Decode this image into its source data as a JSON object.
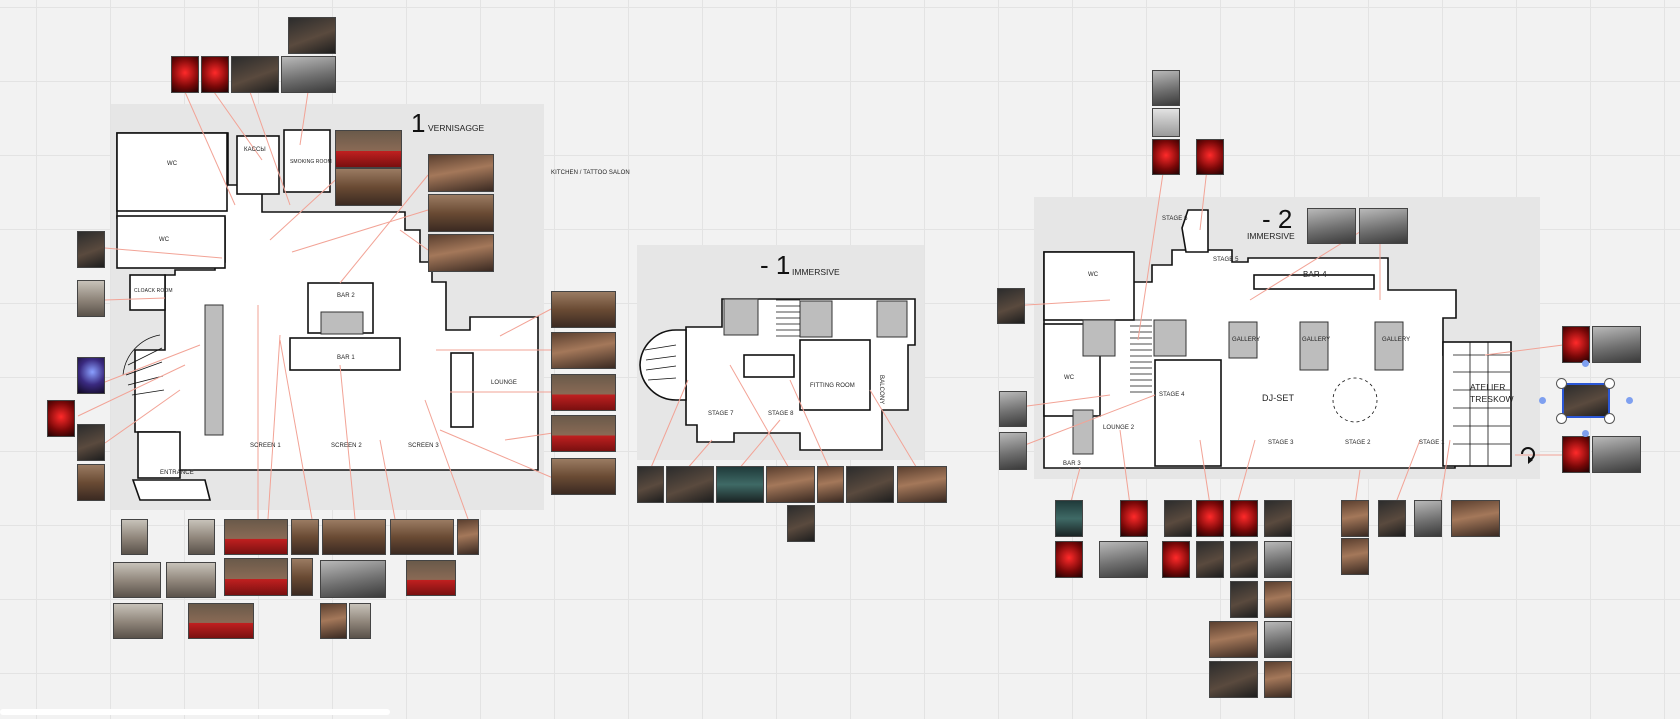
{
  "board": {
    "floor1": {
      "number": "1",
      "title": "VERNISAGGE",
      "side_note": "KITCHEN / TATTOO SALON",
      "rooms": {
        "wc_top": "WC",
        "wc_mid": "WC",
        "kassy": "КАССЫ",
        "smoking_room": "SMOKING ROOM",
        "cloak_room": "CLOACK ROOM",
        "bar2": "BAR 2",
        "bar1": "BAR 1",
        "lounge": "LOUNGE",
        "entrance": "ENTRANCE",
        "screen1": "SCREEN 1",
        "screen2": "SCREEN 2",
        "screen3": "SCREEN 3"
      }
    },
    "floor_minus1": {
      "number": "- 1",
      "title": "IMMERSIVE",
      "rooms": {
        "stage7": "STAGE 7",
        "stage8": "STAGE 8",
        "fitting_room": "FITTING ROOM",
        "balcony": "BALCONY"
      }
    },
    "floor_minus2": {
      "number": "- 2",
      "title": "IMMERSIVE",
      "rooms": {
        "stage6": "STAGE 6",
        "stage5": "STAGE 5",
        "bar4": "BAR 4",
        "wc_top": "WC",
        "wc_mid": "WC",
        "gallery1": "GALLERY",
        "gallery2": "GALLERY",
        "gallery3": "GALLERY",
        "stage4": "STAGE 4",
        "dj_set": "DJ-SET",
        "atelier": "ATELIER",
        "treskow": "TRESKOW",
        "lounge2": "LOUNGE 2",
        "bar3": "BAR 3",
        "stage3": "STAGE 3",
        "stage2": "STAGE 2",
        "stage1": "STAGE 1"
      }
    }
  },
  "colors": {
    "canvas": "#f2f2f2",
    "panel": "#e6e6e6",
    "connector": "#f08a7a",
    "selection": "#2b57d6"
  },
  "selection": {
    "icons": [
      "resize-handle",
      "rotate-icon",
      "connector-dot"
    ]
  }
}
